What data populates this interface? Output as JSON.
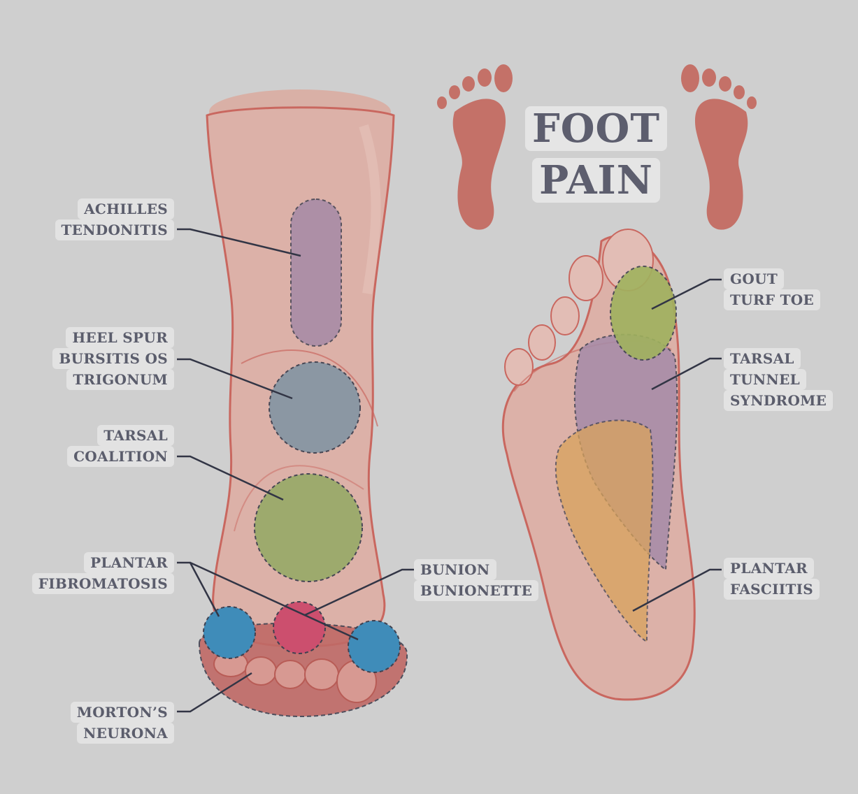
{
  "title": {
    "line1": "FOOT",
    "line2": "PAIN"
  },
  "labels": {
    "achilles": [
      "ACHILLES",
      "TENDONITIS"
    ],
    "heel_spur": [
      "HEEL SPUR",
      "BURSITIS OS",
      "TRIGONUM"
    ],
    "tarsal_coalition": [
      "TARSAL",
      "COALITION"
    ],
    "plantar_fibromatosis": [
      "PLANTAR",
      "FIBROMATOSIS"
    ],
    "mortons": [
      "MORTON’S",
      "NEURONA"
    ],
    "bunion": [
      "BUNION",
      "BUNIONETTE"
    ],
    "gout": [
      "GOUT",
      "TURF TOE"
    ],
    "tarsal_tunnel": [
      "TARSAL",
      "TUNNEL",
      "SYNDROME"
    ],
    "plantar_fasciitis": [
      "PLANTAR",
      "FASCIITIS"
    ]
  },
  "colors": {
    "background": "#cfcfcf",
    "skin": "#dcb1a8",
    "skin_outline": "#c9675f",
    "footprint": "#c47168",
    "achilles": "#a58aa6",
    "heel_spur": "#8796a3",
    "tarsal_coalition": "#9aaa6a",
    "fibromatosis": "#3f8cb9",
    "bunion": "#cc4f6e",
    "mortons": "#c06a66",
    "gout": "#a0b25e",
    "tarsal_tunnel": "#a58ba8",
    "fasciitis": "#d9a35c",
    "label_text": "#5b5d6c",
    "leader_line": "#323545"
  }
}
